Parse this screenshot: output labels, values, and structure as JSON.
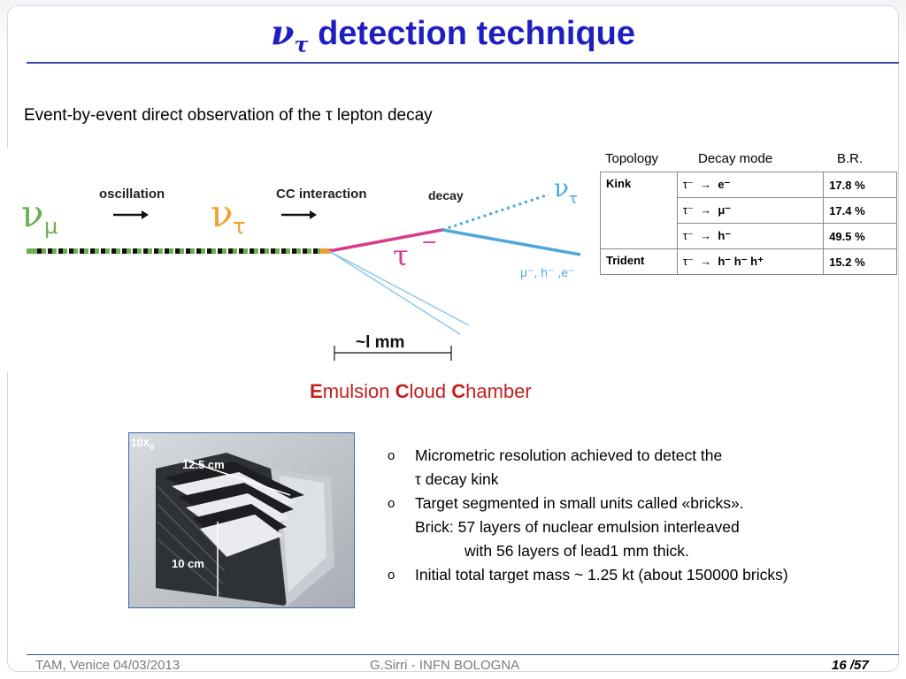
{
  "slide": {
    "title_symbol": "ν",
    "title_subscript": "τ",
    "title_text": "detection technique",
    "subtitle": "Event-by-event direct observation of the τ lepton decay"
  },
  "diagram": {
    "nu_mu_symbol": "ν",
    "nu_mu_sub": "μ",
    "oscillation_label": "oscillation",
    "nu_tau_symbol": "ν",
    "nu_tau_sub": "τ",
    "cc_label": "CC interaction",
    "decay_label": "decay",
    "nu_tau_out_symbol": "ν",
    "nu_tau_out_sub": "τ",
    "tau_label": "τ",
    "tau_charge": "−",
    "daughters_label": "μ⁻, h⁻ ,e⁻",
    "scale_label": "~l mm",
    "colors": {
      "nu_mu": "#6ab04c",
      "nu_tau": "#f0a030",
      "tau": "#d63c8e",
      "daughter": "#4ea8dc"
    }
  },
  "table": {
    "headers": [
      "Topology",
      "Decay mode",
      "B.R."
    ],
    "groups": [
      {
        "topology": "Kink",
        "rows": [
          {
            "from": "τ⁻",
            "arrow": "→",
            "to": "e⁻",
            "br": "17.8 %"
          },
          {
            "from": "τ⁻",
            "arrow": "→",
            "to": "μ⁻",
            "br": "17.4 %"
          },
          {
            "from": "τ⁻",
            "arrow": "→",
            "to": "h⁻",
            "br": "49.5 %"
          }
        ]
      },
      {
        "topology": "Trident",
        "rows": [
          {
            "from": "τ⁻",
            "arrow": "→",
            "to": "h⁻ h⁻ h⁺",
            "br": "15.2 %"
          }
        ]
      }
    ]
  },
  "ecc": {
    "e": "E",
    "e_rest": "mulsion ",
    "c1": "C",
    "c1_rest": "loud ",
    "c2": "C",
    "c2_rest": "hamber"
  },
  "photo": {
    "label_10x": "10X",
    "label_10x_sub": "0",
    "width_label": "12.5 cm",
    "height_label": "10 cm"
  },
  "bullets": {
    "marker": "o",
    "b1_line1": "Micrometric resolution achieved to detect the",
    "b1_line2": "τ decay kink",
    "b2_line1": "Target segmented in small units called «bricks».",
    "b2_line2": "Brick: 57 layers of  nuclear emulsion interleaved",
    "b2_line3": "with 56 layers of lead1 mm thick.",
    "b3_line1": "Initial total target mass ~ 1.25 kt (about 150000 bricks)"
  },
  "footer": {
    "left": "TAM, Venice 04/03/2013",
    "center": "G.Sirri - INFN BOLOGNA",
    "page": "16 /57"
  }
}
